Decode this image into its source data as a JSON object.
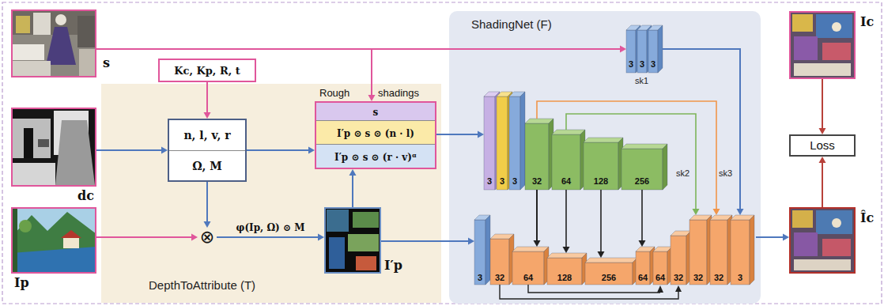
{
  "diagram": {
    "nodes": [
      {
        "text": [
          "DepthToAttribute (T)"
        ]
      },
      {
        "text": [
          "ShadingNet (F)"
        ]
      },
      {
        "text": [
          "s"
        ]
      },
      {
        "text": [
          "Kc, Kp, R, t"
        ]
      },
      {
        "text": [
          "dc"
        ]
      },
      {
        "text": [
          "n, l, v, r",
          "Ω, M"
        ],
        "in": 0
      },
      {
        "text": [
          "Rough",
          "shadings",
          "s",
          "I′p ⊙ s ⊙ (n · l)",
          "I′p ⊙ s ⊙ (r · v)ᵅ"
        ],
        "in": 0
      },
      {
        "text": [
          "Ip"
        ]
      },
      {
        "text": [
          "⊗"
        ],
        "in": 0
      },
      {
        "text": [
          "I′p"
        ],
        "in": 0
      },
      {
        "text": [
          "3",
          "3",
          "3"
        ],
        "in": 1
      },
      {
        "text": [
          "3",
          "3",
          "3",
          "32",
          "64",
          "128",
          "256"
        ],
        "in": 1
      },
      {
        "text": [
          "3",
          "32",
          "64",
          "128",
          "256",
          "64",
          "64",
          "32",
          "32",
          "32",
          "3"
        ],
        "in": 1
      },
      {
        "text": [
          "Ic"
        ]
      },
      {
        "text": [
          "Loss"
        ]
      },
      {
        "text": [
          "Îc"
        ]
      }
    ],
    "edges": [
      {
        "from": 2,
        "to": 6,
        "arrow": "to"
      },
      {
        "from": 2,
        "to": 10,
        "arrow": "to"
      },
      {
        "from": 3,
        "to": 5,
        "arrow": "to"
      },
      {
        "from": 4,
        "to": 5,
        "arrow": "to"
      },
      {
        "from": 5,
        "to": 6,
        "arrow": "to"
      },
      {
        "from": 5,
        "to": 8,
        "arrow": "to"
      },
      {
        "from": 7,
        "to": 8,
        "arrow": "to"
      },
      {
        "from": 8,
        "to": 9,
        "label": "φ(Ip, Ω) ⊙ M",
        "arrow": "to"
      },
      {
        "from": 9,
        "to": 6,
        "arrow": "to"
      },
      {
        "from": 6,
        "to": 11,
        "arrow": "to"
      },
      {
        "from": 9,
        "to": 12,
        "arrow": "to"
      },
      {
        "from": 10,
        "to": 12,
        "arrow": "to"
      },
      {
        "from": 11,
        "to": 12,
        "arrow": "to"
      },
      {
        "from": 12,
        "to": 15,
        "arrow": "to"
      },
      {
        "from": 13,
        "to": 14,
        "arrow": "to"
      },
      {
        "from": 15,
        "to": 14,
        "arrow": "to"
      }
    ],
    "labels": [
      "sk1",
      "sk2",
      "sk3"
    ]
  }
}
